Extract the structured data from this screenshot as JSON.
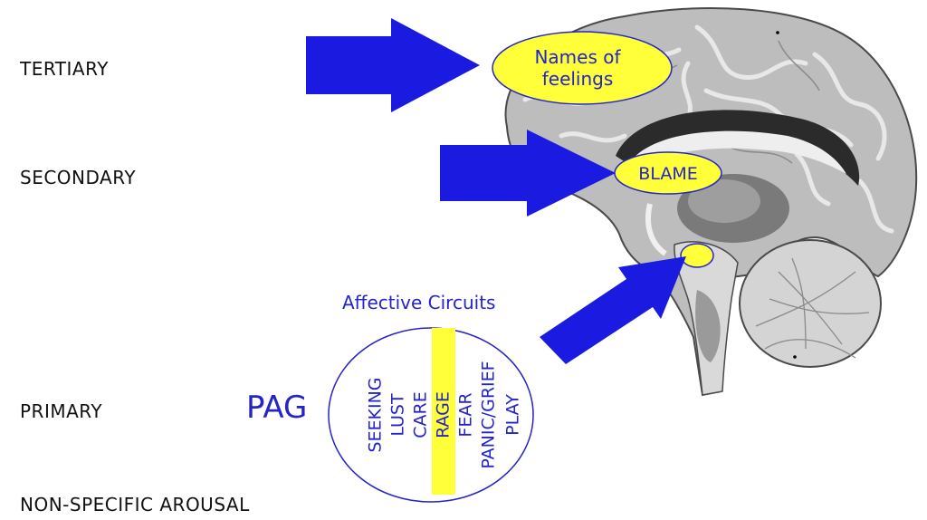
{
  "levels": {
    "tertiary": "TERTIARY",
    "secondary": "SECONDARY",
    "primary": "PRIMARY",
    "nonspecific": "NON-SPECIFIC AROUSAL"
  },
  "labels": {
    "names_line1": "Names of",
    "names_line2": "feelings",
    "blame": "BLAME",
    "pag": "PAG",
    "affective_title": "Affective Circuits"
  },
  "circuits": [
    "SEEKING",
    "LUST",
    "CARE",
    "RAGE",
    "FEAR",
    "PANIC/GRIEF",
    "PLAY"
  ],
  "colors": {
    "arrow": "#1a1ae0",
    "highlight": "#ffff3a",
    "text_blue": "#2424c8",
    "brain_gray": "#bdbdbd"
  }
}
